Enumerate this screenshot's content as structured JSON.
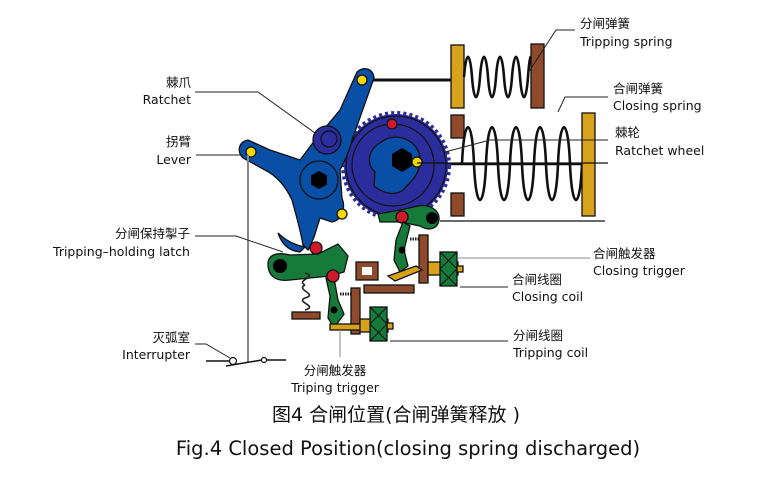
{
  "labels": {
    "tripping_spring": {
      "zh": "分闸弹簧",
      "en": "Tripping spring"
    },
    "closing_spring": {
      "zh": "合闸弹簧",
      "en": "Closing spring"
    },
    "ratchet_wheel": {
      "zh": "棘轮",
      "en": "Ratchet wheel"
    },
    "ratchet": {
      "zh": "棘爪",
      "en": "Ratchet"
    },
    "lever": {
      "zh": "拐臂",
      "en": "Lever"
    },
    "tripping_holding_latch": {
      "zh": "分闸保持掣子",
      "en": "Tripping–holding latch"
    },
    "closing_trigger": {
      "zh": "合闸触发器",
      "en": "Closing trigger"
    },
    "closing_coil": {
      "zh": "合闸线圈",
      "en": "Closing coil"
    },
    "tripping_coil": {
      "zh": "分闸线圈",
      "en": "Tripping coil"
    },
    "interrupter": {
      "zh": "灭弧室",
      "en": "Interrupter"
    },
    "triping_trigger": {
      "zh": "分闸触发器",
      "en": "Triping trigger"
    }
  },
  "caption": {
    "zh": "图4 合闸位置(合闸弹簧释放 )",
    "en": "Fig.4 Closed Position(closing spring discharged)"
  },
  "colors": {
    "blue_lever": "#0a4fa6",
    "dark_blue_wheel": "#2b2d9c",
    "green_latch": "#157a3a",
    "gold_plate": "#d9a21b",
    "brown_plate": "#8e4a2a",
    "red_pin": "#d0192b",
    "yellow_pin": "#f5d800"
  }
}
